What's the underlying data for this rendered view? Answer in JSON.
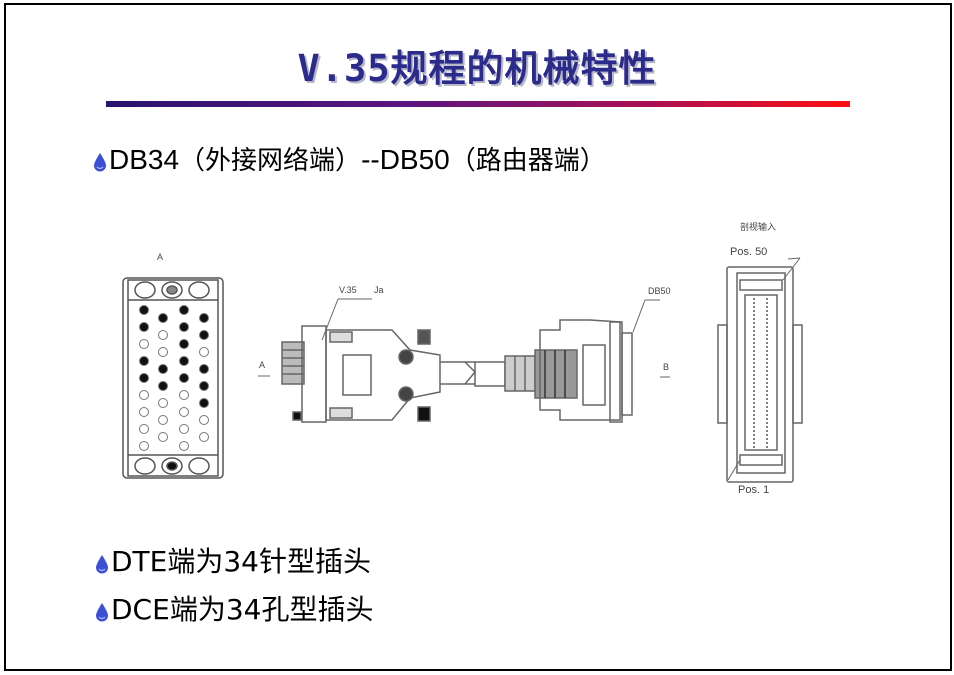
{
  "slide": {
    "title_latin": "V.35",
    "title_cjk": "规程的机械特性",
    "title_color": "#2b2b8c",
    "rule_gradient": [
      "#2a1470",
      "#ff1010"
    ],
    "bullet_icon": "water-drop-icon",
    "bullet_color": "#3a4fd6",
    "bullets": [
      {
        "parts": [
          "DB34",
          "（外接网络端）",
          "--DB50",
          "（路由器端）"
        ]
      },
      {
        "lead": "DTE",
        "text": "端为34针型插头"
      },
      {
        "lead": "DCE",
        "text": "端为34孔型插头"
      }
    ]
  },
  "figure": {
    "left_panel_label": "A",
    "connector_label_left": "V.35",
    "connector_label_left_suffix": "Ja",
    "arrow_label_a": "A",
    "connector_label_right": "DB50",
    "arrow_label_b": "B",
    "right_panel_caption": "剖视输入",
    "pos_top": "Pos. 50",
    "pos_bottom": "Pos. 1"
  }
}
